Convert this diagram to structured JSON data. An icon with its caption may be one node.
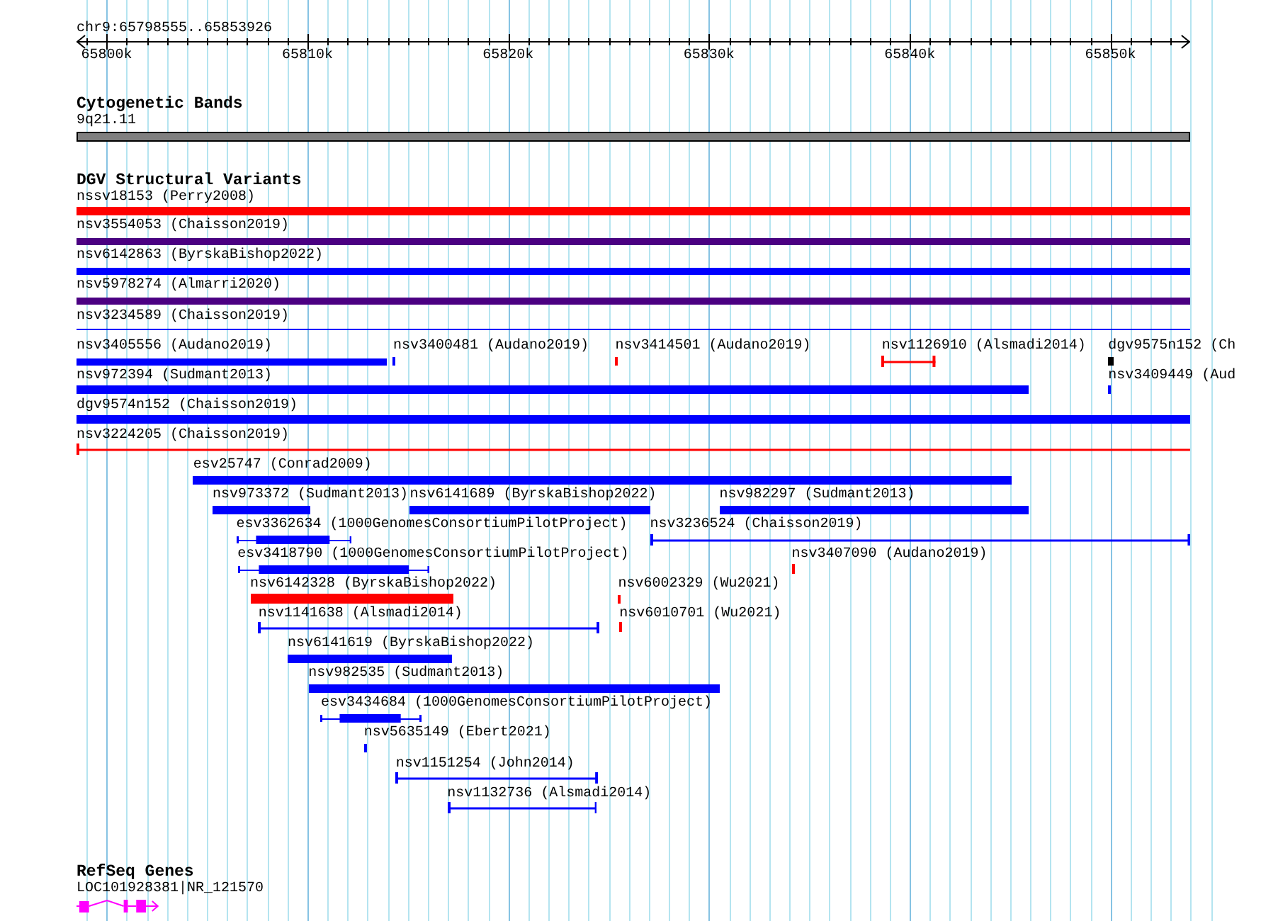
{
  "diagram": {
    "title": "chr9:65798555..65853926",
    "nodes": [
      {
        "text": [],
        "shape": "bar",
        "beside": [
          "9q21.11"
        ]
      },
      {
        "text": [],
        "shape": "bar",
        "beside": [
          "nssv18153 (Perry2008)"
        ]
      },
      {
        "text": [],
        "shape": "bar",
        "beside": [
          "nsv3554053 (Chaisson2019)"
        ]
      },
      {
        "text": [],
        "shape": "bar",
        "beside": [
          "nsv6142863 (ByrskaBishop2022)"
        ]
      },
      {
        "text": [],
        "shape": "bar",
        "beside": [
          "nsv5978274 (Almarri2020)"
        ]
      },
      {
        "text": [],
        "shape": "line",
        "beside": [
          "nsv3234589 (Chaisson2019)"
        ]
      },
      {
        "text": [],
        "shape": "bar",
        "beside": [
          "nsv3405556 (Audano2019)"
        ]
      },
      {
        "text": [],
        "shape": "bar",
        "beside": [
          "nsv3400481 (Audano2019)"
        ]
      },
      {
        "text": [],
        "shape": "bar",
        "beside": [
          "nsv3414501 (Audano2019)"
        ]
      },
      {
        "text": [],
        "shape": "line",
        "beside": [
          "nsv1126910 (Alsmadi2014)"
        ]
      },
      {
        "text": [],
        "shape": "bar",
        "beside": [
          "dgv9575n152 (Ch"
        ]
      },
      {
        "text": [],
        "shape": "bar",
        "beside": [
          "nsv972394 (Sudmant2013)"
        ]
      },
      {
        "text": [],
        "shape": "bar",
        "beside": [
          "nsv3409449 (Aud"
        ]
      },
      {
        "text": [],
        "shape": "bar",
        "beside": [
          "dgv9574n152 (Chaisson2019)"
        ]
      },
      {
        "text": [],
        "shape": "line",
        "beside": [
          "nsv3224205 (Chaisson2019)"
        ]
      },
      {
        "text": [],
        "shape": "bar",
        "beside": [
          "esv25747 (Conrad2009)"
        ]
      },
      {
        "text": [],
        "shape": "bar",
        "beside": [
          "nsv973372 (Sudmant2013)"
        ]
      },
      {
        "text": [],
        "shape": "bar",
        "beside": [
          "nsv6141689 (ByrskaBishop2022)"
        ]
      },
      {
        "text": [],
        "shape": "bar",
        "beside": [
          "nsv982297 (Sudmant2013)"
        ]
      },
      {
        "text": [],
        "shape": "bar",
        "beside": [
          "esv3362634 (1000GenomesConsortiumPilotProject)"
        ]
      },
      {
        "text": [],
        "shape": "line",
        "beside": [
          "nsv3236524 (Chaisson2019)"
        ]
      },
      {
        "text": [],
        "shape": "bar",
        "beside": [
          "esv3418790 (1000GenomesConsortiumPilotProject)"
        ]
      },
      {
        "text": [],
        "shape": "bar",
        "beside": [
          "nsv3407090 (Audano2019)"
        ]
      },
      {
        "text": [],
        "shape": "bar",
        "beside": [
          "nsv6142328 (ByrskaBishop2022)"
        ]
      },
      {
        "text": [],
        "shape": "bar",
        "beside": [
          "nsv6002329 (Wu2021)"
        ]
      },
      {
        "text": [],
        "shape": "line",
        "beside": [
          "nsv1141638 (Alsmadi2014)"
        ]
      },
      {
        "text": [],
        "shape": "bar",
        "beside": [
          "nsv6010701 (Wu2021)"
        ]
      },
      {
        "text": [],
        "shape": "bar",
        "beside": [
          "nsv6141619 (ByrskaBishop2022)"
        ]
      },
      {
        "text": [],
        "shape": "bar",
        "beside": [
          "nsv982535 (Sudmant2013)"
        ]
      },
      {
        "text": [],
        "shape": "bar",
        "beside": [
          "esv3434684 (1000GenomesConsortiumPilotProject)"
        ]
      },
      {
        "text": [],
        "shape": "bar",
        "beside": [
          "nsv5635149 (Ebert2021)"
        ]
      },
      {
        "text": [],
        "shape": "line",
        "beside": [
          "nsv1151254 (John2014)"
        ]
      },
      {
        "text": [],
        "shape": "line",
        "beside": [
          "nsv1132736 (Alsmadi2014)"
        ]
      },
      {
        "text": [],
        "shape": "picture",
        "beside": [
          "LOC101928381|NR_121570"
        ]
      }
    ],
    "labels": [
      "65800k",
      "65810k",
      "65820k",
      "65830k",
      "65840k",
      "65850k",
      "Cytogenetic Bands",
      "DGV Structural Variants",
      "RefSeq Genes"
    ]
  }
}
